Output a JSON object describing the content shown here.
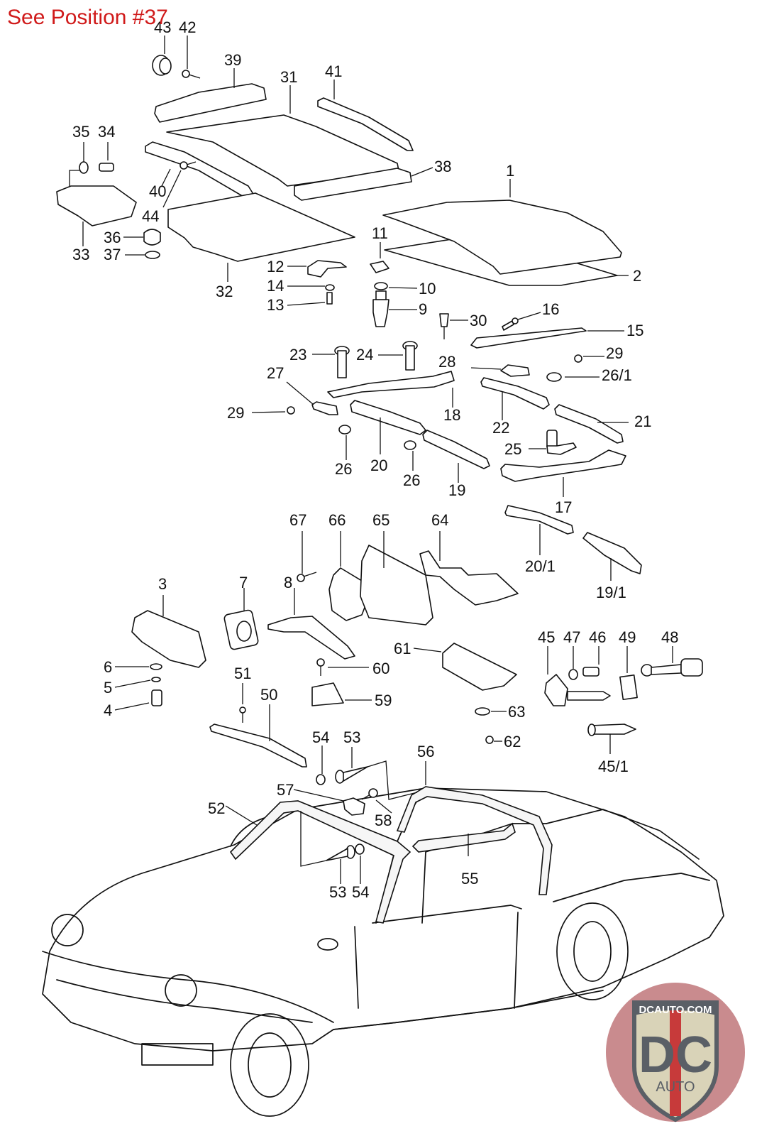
{
  "header": {
    "note": "See Position #37"
  },
  "diagram": {
    "title": "Targa roof, roof frame and seals (exploded parts diagram)",
    "callouts": [
      "1",
      "2",
      "3",
      "4",
      "5",
      "6",
      "7",
      "8",
      "9",
      "10",
      "11",
      "12",
      "13",
      "14",
      "15",
      "16",
      "17",
      "18",
      "19",
      "19/1",
      "20",
      "20/1",
      "21",
      "22",
      "23",
      "24",
      "25",
      "26",
      "26",
      "26/1",
      "27",
      "28",
      "29",
      "29",
      "30",
      "31",
      "32",
      "33",
      "34",
      "35",
      "36",
      "37",
      "38",
      "39",
      "40",
      "41",
      "42",
      "43",
      "44",
      "45",
      "45/1",
      "46",
      "47",
      "48",
      "49",
      "50",
      "51",
      "52",
      "53",
      "53",
      "54",
      "54",
      "55",
      "56",
      "57",
      "58",
      "59",
      "60",
      "61",
      "62",
      "63",
      "64",
      "65",
      "66",
      "67"
    ]
  },
  "watermark": {
    "top_text": "DCAUTO.COM",
    "monogram": "DC",
    "bottom_text": "AUTO",
    "colors": {
      "badge_bg": "#c98b8e",
      "shield": "#d9d3b8",
      "letters": "#5a5f66",
      "stripe": "#c73a3a"
    }
  }
}
